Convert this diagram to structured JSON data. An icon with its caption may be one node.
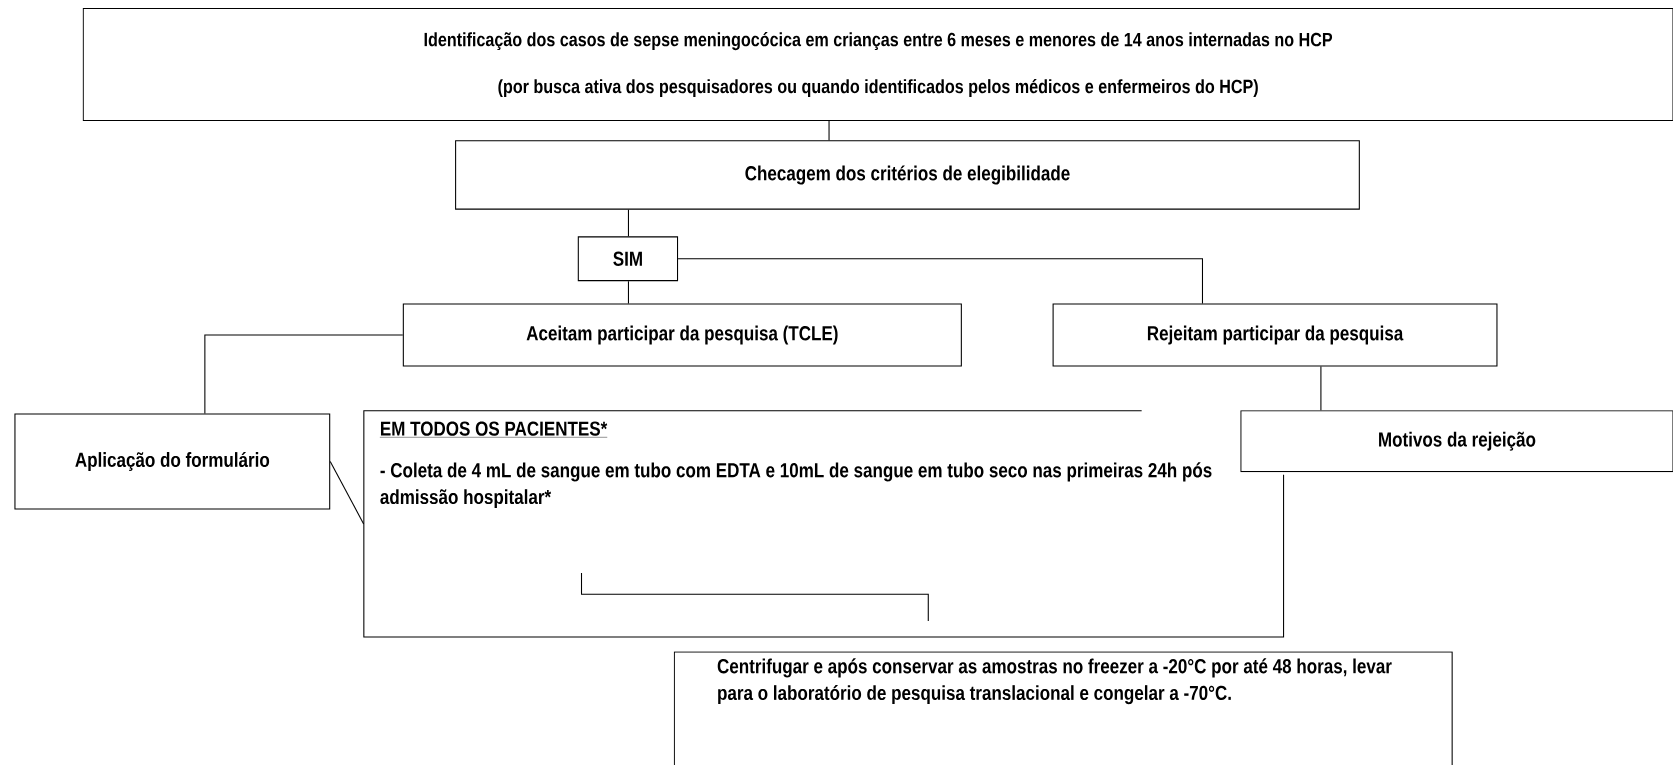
{
  "diagram": {
    "nodes": [
      {
        "text": [
          "Identificação dos casos de sepse meningocócica em crianças entre 6 meses e menores de 14 anos internadas no HCP",
          "(por busca ativa dos pesquisadores ou quando identificados pelos médicos e enfermeiros do HCP)"
        ]
      },
      {
        "text": [
          "Checagem dos critérios de elegibilidade"
        ]
      },
      {
        "text": [
          "SIM"
        ]
      },
      {
        "text": [
          "Aceitam participar da pesquisa (TCLE)"
        ]
      },
      {
        "text": [
          "Rejeitam participar da pesquisa"
        ]
      },
      {
        "text": [
          "Aplicação do formulário"
        ]
      },
      {
        "text": [
          "EM TODOS OS PACIENTES*",
          "- Coleta de 4 mL de sangue em tubo com EDTA e 10mL de sangue em tubo seco nas primeiras 24h pós admissão hospitalar*"
        ]
      },
      {
        "text": [
          "Motivos da rejeição"
        ]
      },
      {
        "text": [
          "Centrifugar e após conservar as amostras no freezer a -20°C por até 48 horas, levar para o laboratório de pesquisa translacional e congelar a -70°C."
        ]
      }
    ],
    "edges": [
      {
        "from": 0,
        "to": 1,
        "arrow": "none"
      },
      {
        "from": 1,
        "to": 2,
        "arrow": "none"
      },
      {
        "from": 2,
        "to": 3,
        "arrow": "none"
      },
      {
        "from": 2,
        "to": 4,
        "arrow": "none"
      },
      {
        "from": 3,
        "to": 5,
        "arrow": "none"
      },
      {
        "from": 4,
        "to": 7,
        "arrow": "none"
      },
      {
        "from": 5,
        "to": 6,
        "arrow": "none"
      }
    ]
  }
}
